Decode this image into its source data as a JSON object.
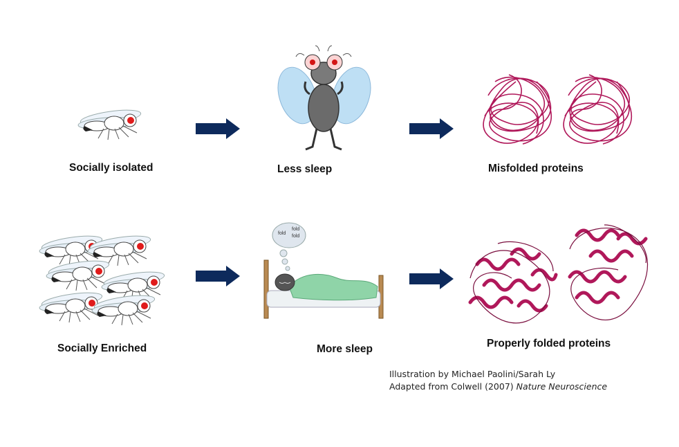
{
  "rows": [
    {
      "label_left": "Socially isolated",
      "label_mid": "Less sleep",
      "label_right": "Misfolded proteins"
    },
    {
      "label_left": "Socially Enriched",
      "label_mid": "More sleep",
      "label_right": "Properly folded proteins"
    }
  ],
  "thought_bubble": {
    "words": [
      "fold",
      "fold",
      "fold"
    ]
  },
  "credit": {
    "line1": "Illustration by Michael Paolini/Sarah Ly",
    "line2_prefix": "Adapted from Colwell (2007) ",
    "line2_journal": "Nature Neuroscience"
  },
  "colors": {
    "arrow": "#0d2a5c",
    "protein": "#b0185a",
    "fly_eye": "#e01b1b",
    "blanket": "#8fd4a8"
  }
}
